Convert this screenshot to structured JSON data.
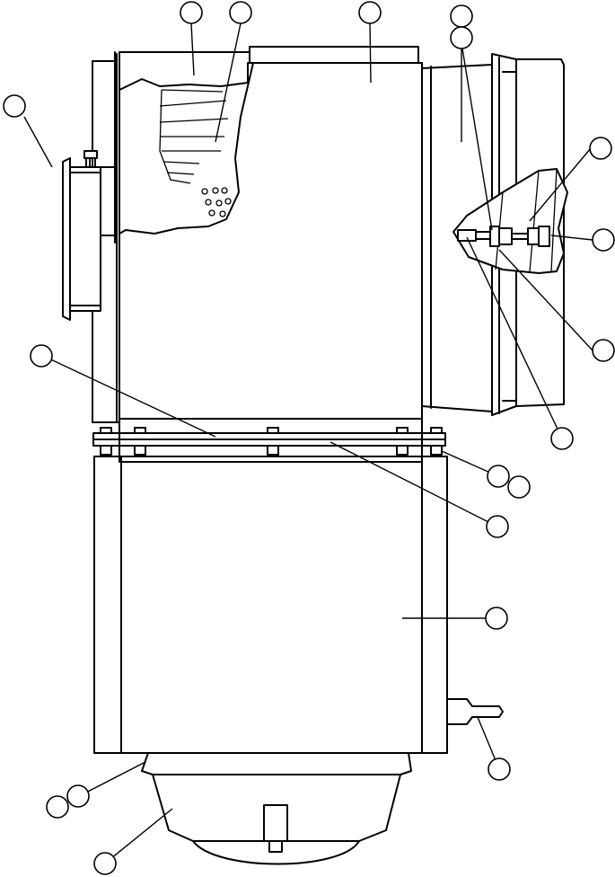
{
  "diagram": {
    "callouts": [
      {
        "id": "c1"
      },
      {
        "id": "c2"
      },
      {
        "id": "c3"
      },
      {
        "id": "c4"
      },
      {
        "id": "c5"
      },
      {
        "id": "c6"
      },
      {
        "id": "c7"
      },
      {
        "id": "c8"
      },
      {
        "id": "c9"
      },
      {
        "id": "c10"
      },
      {
        "id": "c11"
      },
      {
        "id": "c12"
      },
      {
        "id": "c13"
      },
      {
        "id": "c14"
      },
      {
        "id": "c15"
      },
      {
        "id": "c16"
      },
      {
        "id": "c17"
      },
      {
        "id": "c18"
      },
      {
        "id": "c19"
      },
      {
        "id": "c20"
      },
      {
        "id": "c21"
      }
    ]
  }
}
